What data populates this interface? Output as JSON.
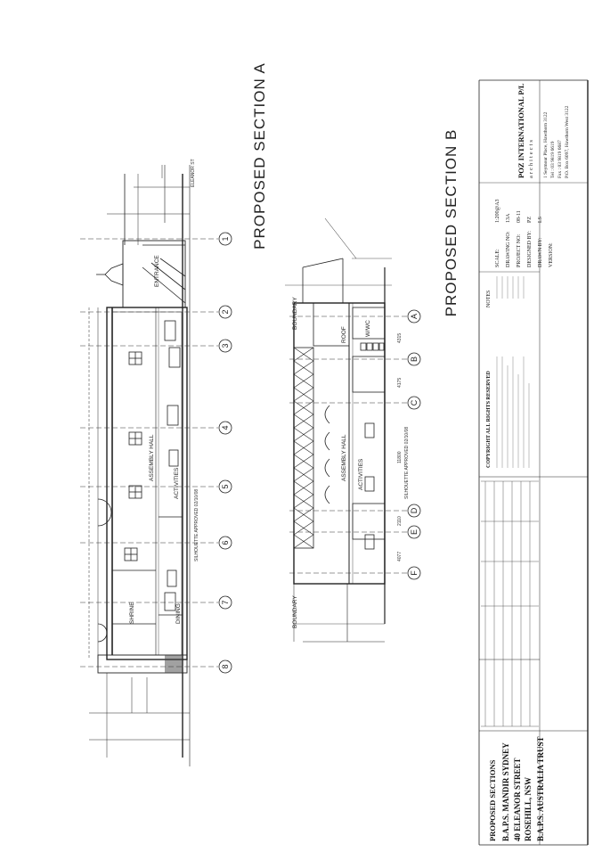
{
  "sections": {
    "a_title": "PROPOSED SECTION A",
    "b_title": "PROPOSED SECTION B"
  },
  "section_a": {
    "grid": [
      "1",
      "2",
      "3",
      "4",
      "5",
      "6",
      "7",
      "8"
    ],
    "rooms": {
      "entrance": "ENTRANCE",
      "assembly_hall": "ASSEMBLY HALL",
      "activities": "ACTIVITIES",
      "shrine": "SHRINE",
      "dining": "DINING"
    },
    "street": "ELEANOR ST",
    "note": "SILHOUETTE APPROVED 02/10/08"
  },
  "section_b": {
    "grid": [
      "A",
      "B",
      "C",
      "D",
      "E",
      "F"
    ],
    "rooms": {
      "assembly_hall": "ASSEMBLY HALL",
      "activities": "ACTIVITIES",
      "roof": "ROOF",
      "wc": "W/WC"
    },
    "boundary_top": "BOUNDARY",
    "boundary_bottom": "BOUNDARY",
    "dims": {
      "d1": "4315",
      "d2": "4175",
      "d3": "11800",
      "d4": "2110",
      "d5": "4077"
    },
    "note": "SILHOUETTE APPROVED 02/10/08"
  },
  "title_block": {
    "drawing_title": "PROPOSED SECTIONS",
    "project": "B.A.P.S. MANDIR SYDNEY",
    "address_1": "40 ELEANOR STREET",
    "address_2": "ROSEHILL, NSW",
    "client": "B.A.P.S. AUSTRALIA TRUST",
    "copyright": "COPYRIGHT ALL RIGHTS RESERVED",
    "notes_head": "NOTES",
    "scale_label": "SCALE:",
    "scale_value": "1:200@A3",
    "drawing_no_label": "DRAWING NO:",
    "drawing_no_value": "13A",
    "project_no_label": "PROJECT NO:",
    "project_no_value": "08-11",
    "designed_label": "DESIGNED BY:",
    "designed_value": "PZ",
    "drawn_label": "DRAWN BY:",
    "drawn_value": "LS",
    "version_label": "VERSION:",
    "firm": "POZ INTERNATIONAL P/L",
    "firm_sub": "architects",
    "firm_addr_1": "1 Seymour Place, Hawthorn 3122",
    "firm_tel": "Tel : 03 9819 6619",
    "firm_fax": "Fax : 03 9819 6687",
    "firm_po": "P.O. Box 6097, Hawthorn West 3122"
  }
}
